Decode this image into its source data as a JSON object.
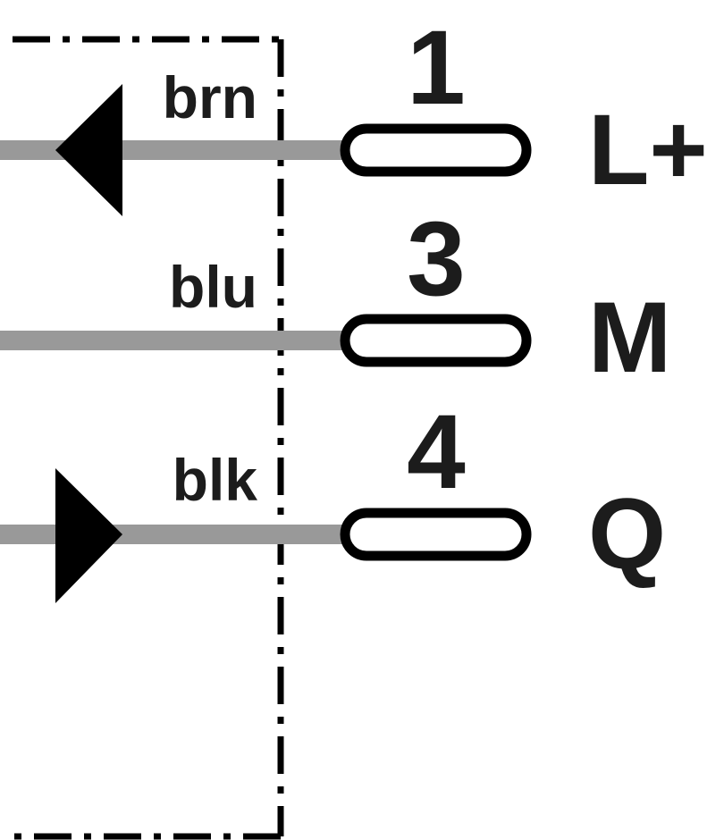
{
  "colors": {
    "wire": "#999999",
    "ink": "#000000",
    "text": "#1c1c1c",
    "background": "#ffffff"
  },
  "pins": [
    {
      "number": "1",
      "signal": "L+",
      "wire_color": "brn",
      "arrow": "left-pointing-filled-triangle"
    },
    {
      "number": "3",
      "signal": "M",
      "wire_color": "blu",
      "arrow": "none"
    },
    {
      "number": "4",
      "signal": "Q",
      "wire_color": "blk",
      "arrow": "right-pointing-filled-triangle"
    }
  ],
  "housing_border": "dash-dot"
}
